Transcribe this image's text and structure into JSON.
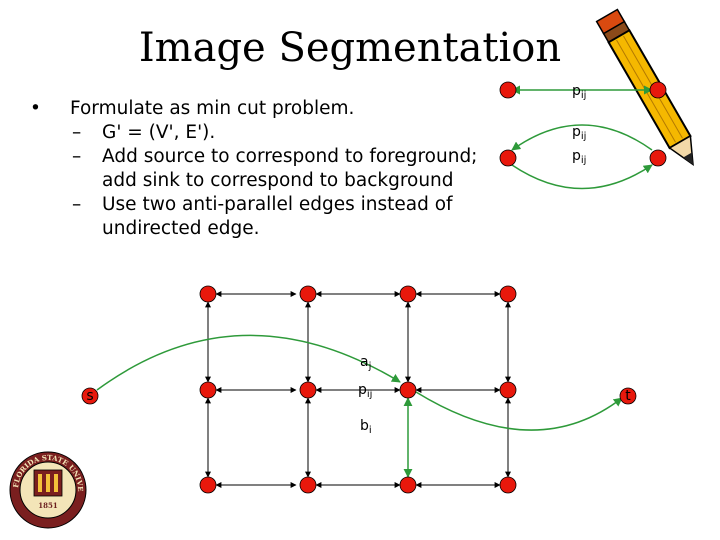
{
  "slide": {
    "title": "Image Segmentation",
    "bullet": "Formulate as min cut problem.",
    "subbullets": [
      "G' = (V', E').",
      "Add source to correspond to foreground; add sink to correspond to background",
      "Use two anti-parallel edges instead of undirected edge."
    ]
  },
  "legend": {
    "edge_label_base": "p",
    "edge_label_sub": "ij"
  },
  "graph": {
    "source_label": "s",
    "sink_label": "t",
    "a_label_base": "a",
    "a_label_sub": "j",
    "p_label_base": "p",
    "p_label_sub": "ij",
    "b_label_base": "b",
    "b_label_sub": "i"
  },
  "logo": {
    "ring_text": "FLORIDA STATE UNIVERSITY",
    "year": "1851"
  },
  "colors": {
    "node_red": "#e8180c",
    "edge_green": "#2e9a3a",
    "edge_black": "#000000"
  }
}
